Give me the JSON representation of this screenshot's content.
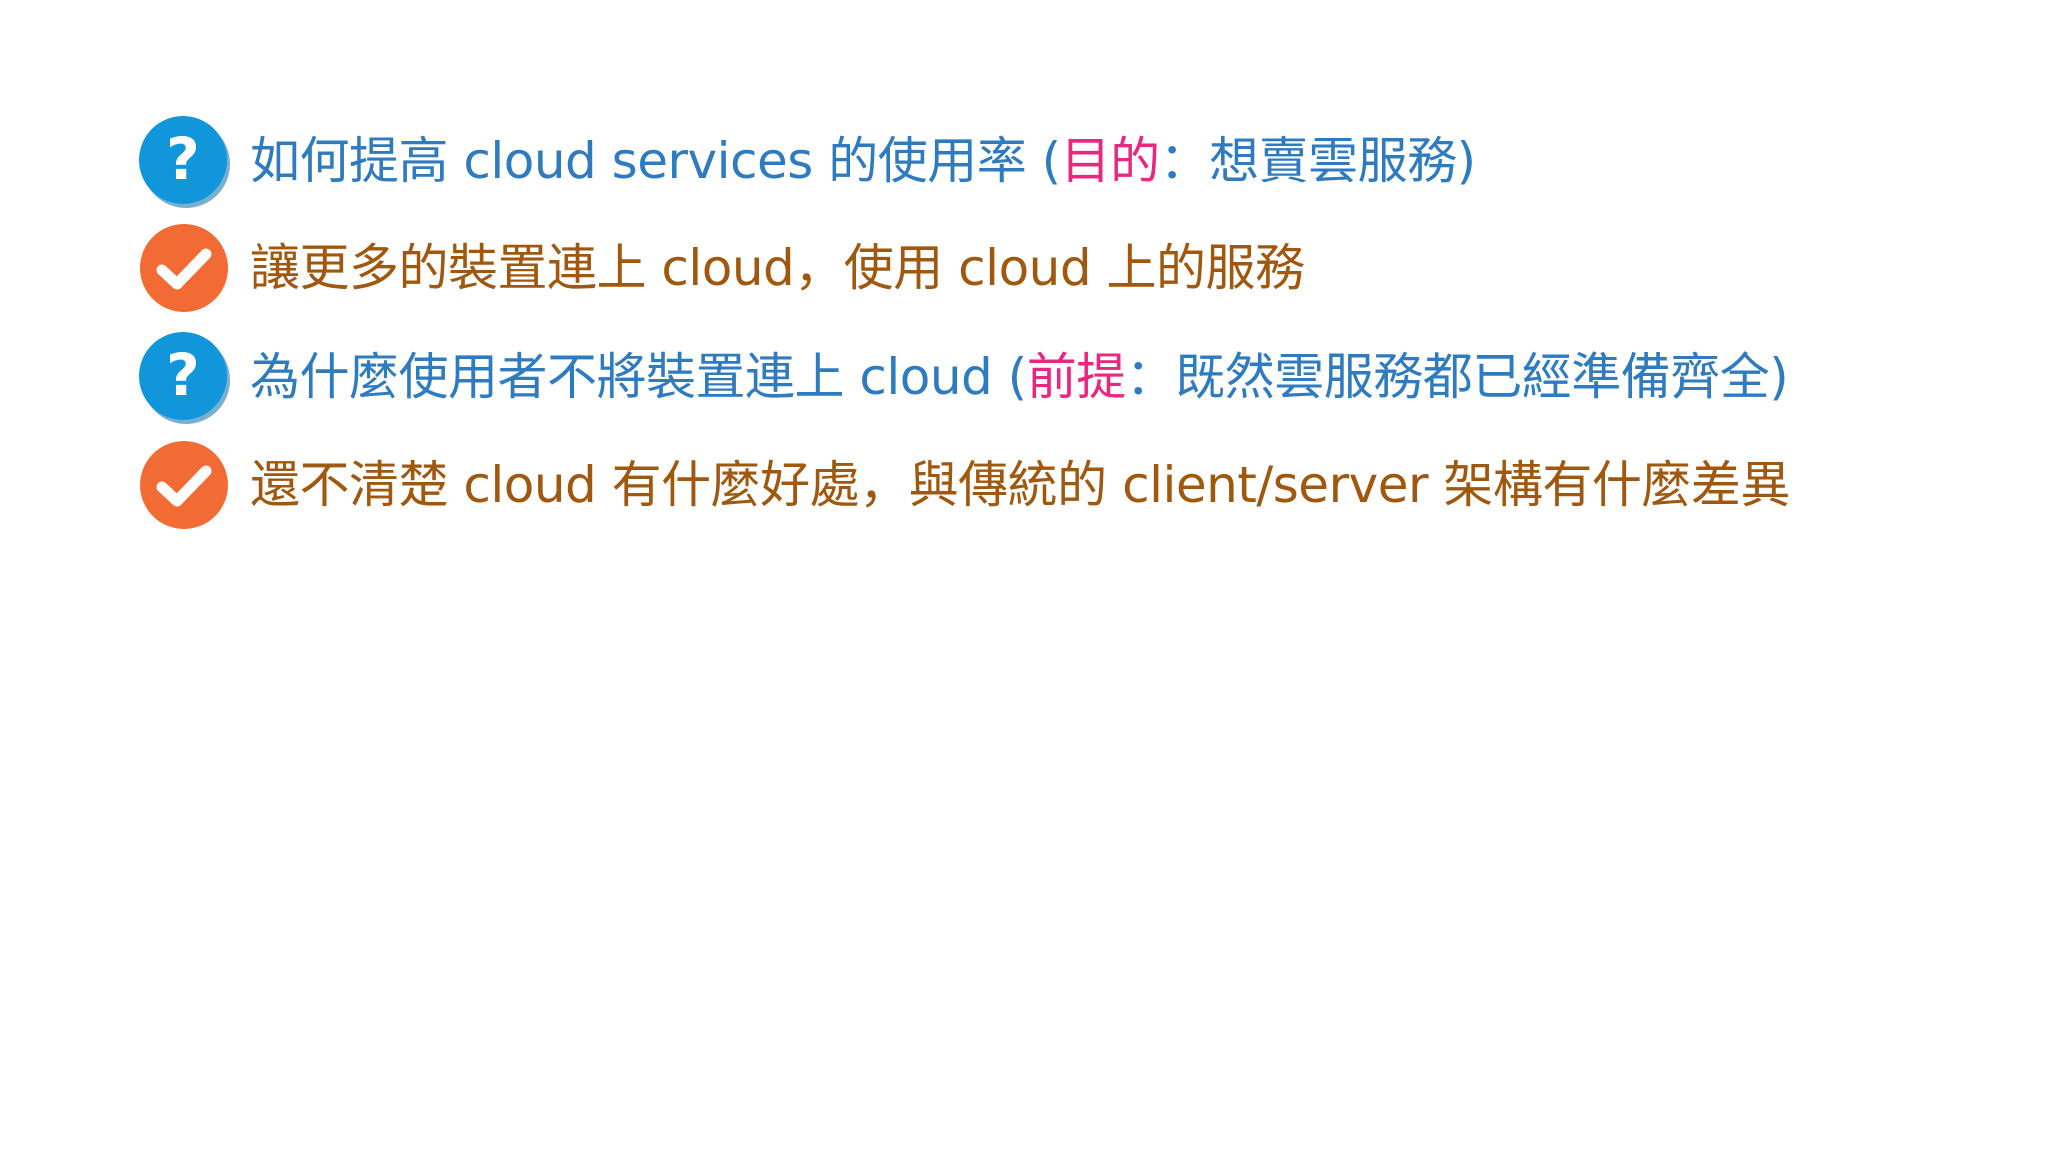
{
  "colors": {
    "question": "#2f7bbf",
    "answer": "#a0580e",
    "highlight": "#e8287e",
    "question_badge": "#1296db",
    "answer_badge": "#f26b35"
  },
  "items": [
    {
      "type": "question",
      "icon": "question-mark-icon",
      "before": "如何提高 cloud services 的使用率 (",
      "highlight": "目的",
      "after": "：想賣雲服務)"
    },
    {
      "type": "answer",
      "icon": "checkmark-icon",
      "text": "讓更多的裝置連上 cloud，使用 cloud 上的服務"
    },
    {
      "type": "question",
      "icon": "question-mark-icon",
      "before": "為什麼使用者不將裝置連上 cloud (",
      "highlight": "前提",
      "after": "：既然雲服務都已經準備齊全)"
    },
    {
      "type": "answer",
      "icon": "checkmark-icon",
      "text": "還不清楚 cloud 有什麼好處，與傳統的 client/server 架構有什麼差異"
    }
  ]
}
